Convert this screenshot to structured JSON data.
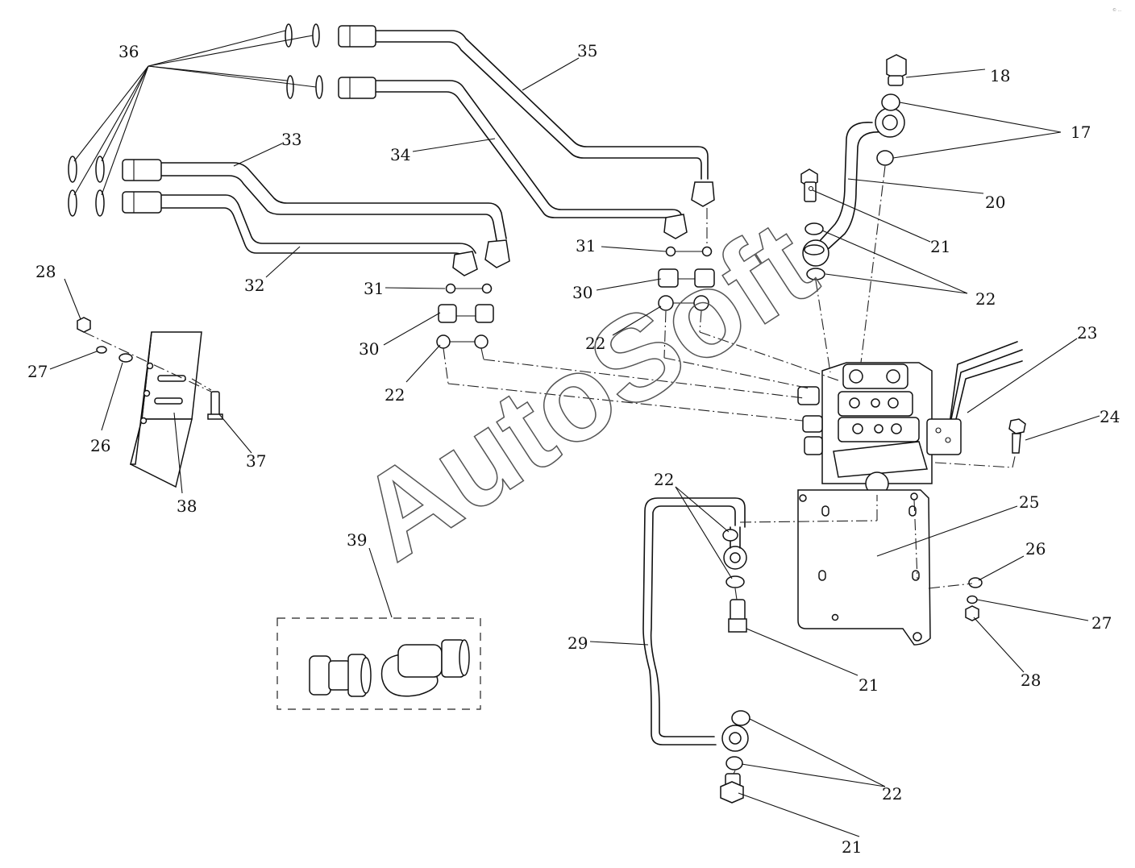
{
  "watermark": "AutoSoft",
  "corner_mark": "© ...",
  "callouts": [
    {
      "id": "c36",
      "text": "36"
    },
    {
      "id": "c35",
      "text": "35"
    },
    {
      "id": "c34",
      "text": "34"
    },
    {
      "id": "c33",
      "text": "33"
    },
    {
      "id": "c32",
      "text": "32"
    },
    {
      "id": "c31a",
      "text": "31"
    },
    {
      "id": "c30a",
      "text": "30"
    },
    {
      "id": "c22a",
      "text": "22"
    },
    {
      "id": "c31b",
      "text": "31"
    },
    {
      "id": "c30b",
      "text": "30"
    },
    {
      "id": "c22b",
      "text": "22"
    },
    {
      "id": "c28a",
      "text": "28"
    },
    {
      "id": "c27a",
      "text": "27"
    },
    {
      "id": "c26a",
      "text": "26"
    },
    {
      "id": "c37",
      "text": "37"
    },
    {
      "id": "c38",
      "text": "38"
    },
    {
      "id": "c18",
      "text": "18"
    },
    {
      "id": "c17",
      "text": "17"
    },
    {
      "id": "c20",
      "text": "20"
    },
    {
      "id": "c21a",
      "text": "21"
    },
    {
      "id": "c22c",
      "text": "22"
    },
    {
      "id": "c23",
      "text": "23"
    },
    {
      "id": "c24",
      "text": "24"
    },
    {
      "id": "c25",
      "text": "25"
    },
    {
      "id": "c26b",
      "text": "26"
    },
    {
      "id": "c27b",
      "text": "27"
    },
    {
      "id": "c28b",
      "text": "28"
    },
    {
      "id": "c22d",
      "text": "22"
    },
    {
      "id": "c39",
      "text": "39"
    },
    {
      "id": "c29",
      "text": "29"
    },
    {
      "id": "c21b",
      "text": "21"
    },
    {
      "id": "c22e",
      "text": "22"
    },
    {
      "id": "c21c",
      "text": "21"
    }
  ]
}
